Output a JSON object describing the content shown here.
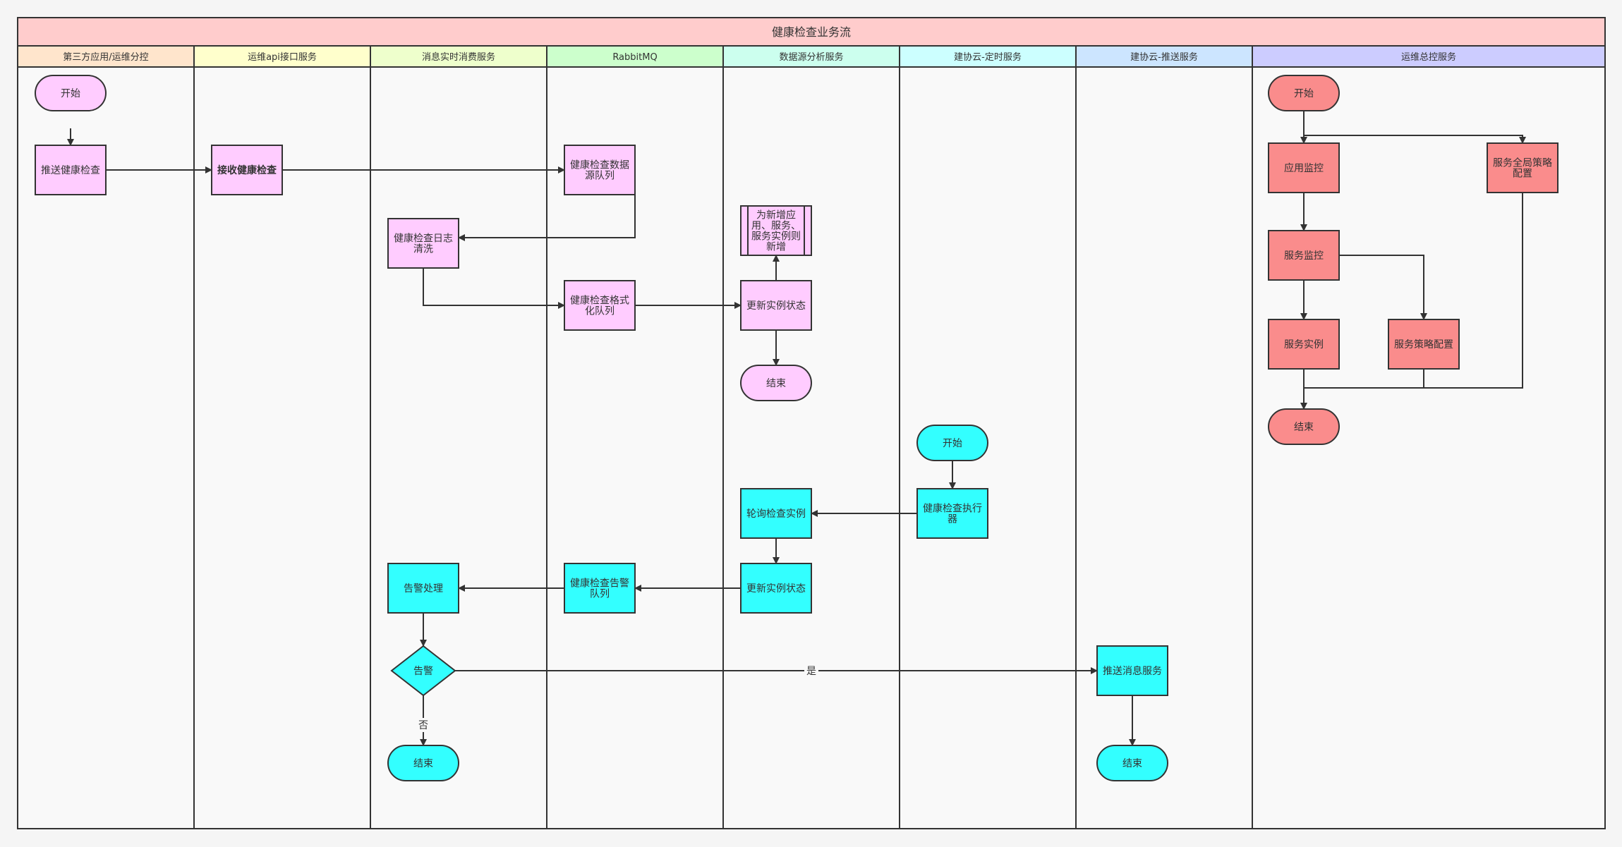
{
  "title": "健康检查业务流",
  "colors": {
    "title_bg": "#ffcccc",
    "canvas_bg": "#f9f9f9",
    "border": "#333333",
    "text": "#333333",
    "pink": "#ffccff",
    "cyan": "#33ffff",
    "salmon": "#fa8c8c"
  },
  "lanes": [
    {
      "label": "第三方应用/运维分控",
      "color": "#ffe5cc"
    },
    {
      "label": "运维api接口服务",
      "color": "#ffffcc"
    },
    {
      "label": "消息实时消费服务",
      "color": "#eeffcc"
    },
    {
      "label": "RabbitMQ",
      "color": "#ccffcc"
    },
    {
      "label": "数据源分析服务",
      "color": "#ccffee"
    },
    {
      "label": "建协云-定时服务",
      "color": "#ccffff"
    },
    {
      "label": "建协云-推送服务",
      "color": "#cce5ff"
    },
    {
      "label": "运维总控服务",
      "color": "#ccccff"
    }
  ],
  "nodes": [
    {
      "id": "start1",
      "label": "开始",
      "shape": "terminal",
      "color": "pink"
    },
    {
      "id": "push_check",
      "label": "推送健康检查",
      "shape": "process",
      "color": "pink"
    },
    {
      "id": "recv_check",
      "label": "接收健康检查",
      "shape": "process",
      "color": "pink",
      "bold": true
    },
    {
      "id": "src_queue",
      "label": "健康检查数据源队列",
      "shape": "process",
      "color": "pink"
    },
    {
      "id": "log_clean",
      "label": "健康检查日志清洗",
      "shape": "process",
      "color": "pink"
    },
    {
      "id": "fmt_queue",
      "label": "健康检查格式化队列",
      "shape": "process",
      "color": "pink"
    },
    {
      "id": "new_inst",
      "label": "为新增应用、服务、服务实例则新增",
      "shape": "subprocess",
      "color": "pink"
    },
    {
      "id": "upd_state1",
      "label": "更新实例状态",
      "shape": "process",
      "color": "pink"
    },
    {
      "id": "end1",
      "label": "结束",
      "shape": "terminal",
      "color": "pink"
    },
    {
      "id": "start2",
      "label": "开始",
      "shape": "terminal",
      "color": "cyan"
    },
    {
      "id": "executor",
      "label": "健康检查执行器",
      "shape": "process",
      "color": "cyan"
    },
    {
      "id": "poll_inst",
      "label": "轮询检查实例",
      "shape": "process",
      "color": "cyan"
    },
    {
      "id": "upd_state2",
      "label": "更新实例状态",
      "shape": "process",
      "color": "cyan"
    },
    {
      "id": "alarm_queue",
      "label": "健康检查告警队列",
      "shape": "process",
      "color": "cyan"
    },
    {
      "id": "alarm_proc",
      "label": "告警处理",
      "shape": "process",
      "color": "cyan"
    },
    {
      "id": "alarm_dec",
      "label": "告警",
      "shape": "decision",
      "color": "cyan"
    },
    {
      "id": "end2",
      "label": "结束",
      "shape": "terminal",
      "color": "cyan"
    },
    {
      "id": "push_msg",
      "label": "推送消息服务",
      "shape": "process",
      "color": "cyan"
    },
    {
      "id": "end3",
      "label": "结束",
      "shape": "terminal",
      "color": "cyan"
    },
    {
      "id": "start3",
      "label": "开始",
      "shape": "terminal",
      "color": "salmon"
    },
    {
      "id": "app_mon",
      "label": "应用监控",
      "shape": "process",
      "color": "salmon"
    },
    {
      "id": "global_cfg",
      "label": "服务全局策略配置",
      "shape": "process",
      "color": "salmon"
    },
    {
      "id": "svc_mon",
      "label": "服务监控",
      "shape": "process",
      "color": "salmon"
    },
    {
      "id": "svc_inst",
      "label": "服务实例",
      "shape": "process",
      "color": "salmon"
    },
    {
      "id": "svc_cfg",
      "label": "服务策略配置",
      "shape": "process",
      "color": "salmon"
    },
    {
      "id": "end4",
      "label": "结束",
      "shape": "terminal",
      "color": "salmon"
    }
  ],
  "edges": [
    {
      "from": "start1",
      "to": "push_check"
    },
    {
      "from": "push_check",
      "to": "recv_check"
    },
    {
      "from": "recv_check",
      "to": "src_queue"
    },
    {
      "from": "src_queue",
      "to": "log_clean"
    },
    {
      "from": "log_clean",
      "to": "fmt_queue"
    },
    {
      "from": "fmt_queue",
      "to": "upd_state1"
    },
    {
      "from": "upd_state1",
      "to": "new_inst"
    },
    {
      "from": "upd_state1",
      "to": "end1"
    },
    {
      "from": "start2",
      "to": "executor"
    },
    {
      "from": "executor",
      "to": "poll_inst"
    },
    {
      "from": "poll_inst",
      "to": "upd_state2"
    },
    {
      "from": "upd_state2",
      "to": "alarm_queue"
    },
    {
      "from": "alarm_queue",
      "to": "alarm_proc"
    },
    {
      "from": "alarm_proc",
      "to": "alarm_dec"
    },
    {
      "from": "alarm_dec",
      "to": "push_msg",
      "label": "是"
    },
    {
      "from": "alarm_dec",
      "to": "end2",
      "label": "否"
    },
    {
      "from": "push_msg",
      "to": "end3"
    },
    {
      "from": "start3",
      "to": "app_mon"
    },
    {
      "from": "start3",
      "to": "global_cfg"
    },
    {
      "from": "app_mon",
      "to": "svc_mon"
    },
    {
      "from": "svc_mon",
      "to": "svc_inst"
    },
    {
      "from": "svc_mon",
      "to": "svc_cfg"
    },
    {
      "from": "svc_inst",
      "to": "end4"
    },
    {
      "from": "svc_cfg",
      "to": "end4"
    },
    {
      "from": "global_cfg",
      "to": "end4"
    }
  ]
}
